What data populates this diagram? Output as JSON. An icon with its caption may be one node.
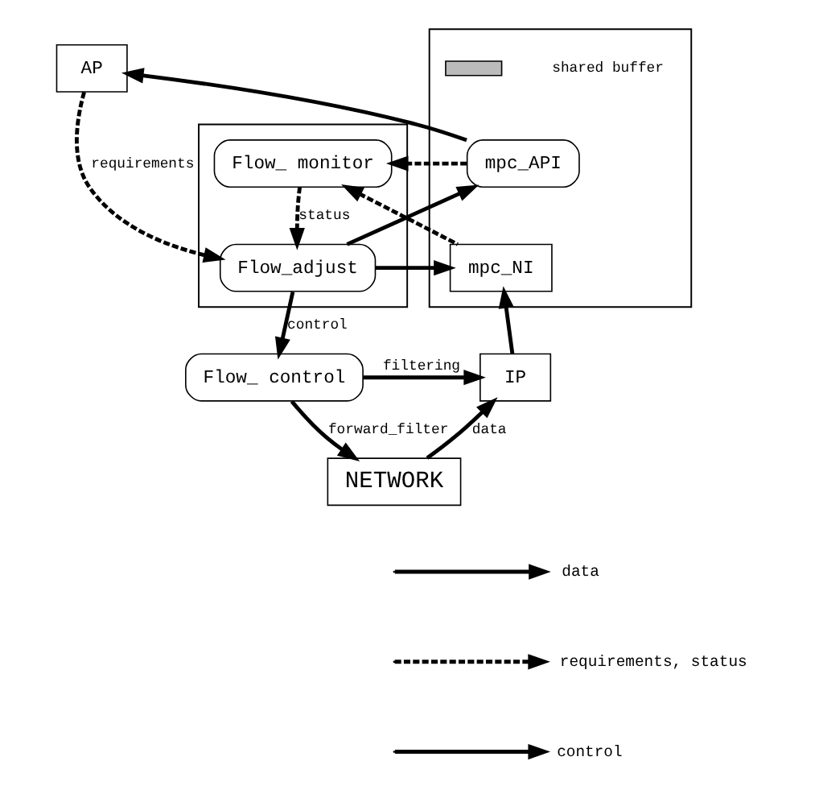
{
  "diagram": {
    "nodes": [
      {
        "text": [
          "AP"
        ]
      },
      {
        "text": [],
        "shape": "box"
      },
      {
        "text": [
          "Flow_ monitor"
        ],
        "in": 1
      },
      {
        "text": [
          "Flow_adjust"
        ],
        "in": 1
      },
      {
        "text": [],
        "shape": "box"
      },
      {
        "text": [
          "mpc_API"
        ],
        "in": 4
      },
      {
        "text": [],
        "shape": "bar",
        "in": 4,
        "beside": [
          "shared buffer"
        ]
      },
      {
        "text": [
          "mpc_NI"
        ],
        "in": 4
      },
      {
        "text": [
          "Flow_ control"
        ]
      },
      {
        "text": [
          "IP"
        ]
      },
      {
        "text": [
          "NETWORK"
        ]
      }
    ],
    "edges": [
      {
        "from": 0,
        "to": 3,
        "arrow": "to",
        "label": "requirements",
        "style": "dashed"
      },
      {
        "from": 2,
        "to": 3,
        "arrow": "to",
        "label": "status",
        "style": "dashed"
      },
      {
        "from": 5,
        "to": 2,
        "arrow": "to",
        "style": "dashed"
      },
      {
        "from": 7,
        "to": 2,
        "arrow": "to",
        "style": "dashed"
      },
      {
        "from": 3,
        "to": 5,
        "arrow": "to"
      },
      {
        "from": 3,
        "to": 7,
        "arrow": "to"
      },
      {
        "from": 3,
        "to": 8,
        "arrow": "to",
        "label": "control"
      },
      {
        "from": 5,
        "to": 0,
        "arrow": "to"
      },
      {
        "from": 9,
        "to": 7,
        "arrow": "to"
      },
      {
        "from": 8,
        "to": 9,
        "arrow": "to",
        "label": "filtering"
      },
      {
        "from": 8,
        "to": 10,
        "arrow": "to",
        "label": "forward_filter"
      },
      {
        "from": 10,
        "to": 9,
        "arrow": "to",
        "label": "data"
      }
    ],
    "legend": [
      {
        "text": "data"
      },
      {
        "text": "requirements, status"
      },
      {
        "text": "control"
      }
    ]
  }
}
